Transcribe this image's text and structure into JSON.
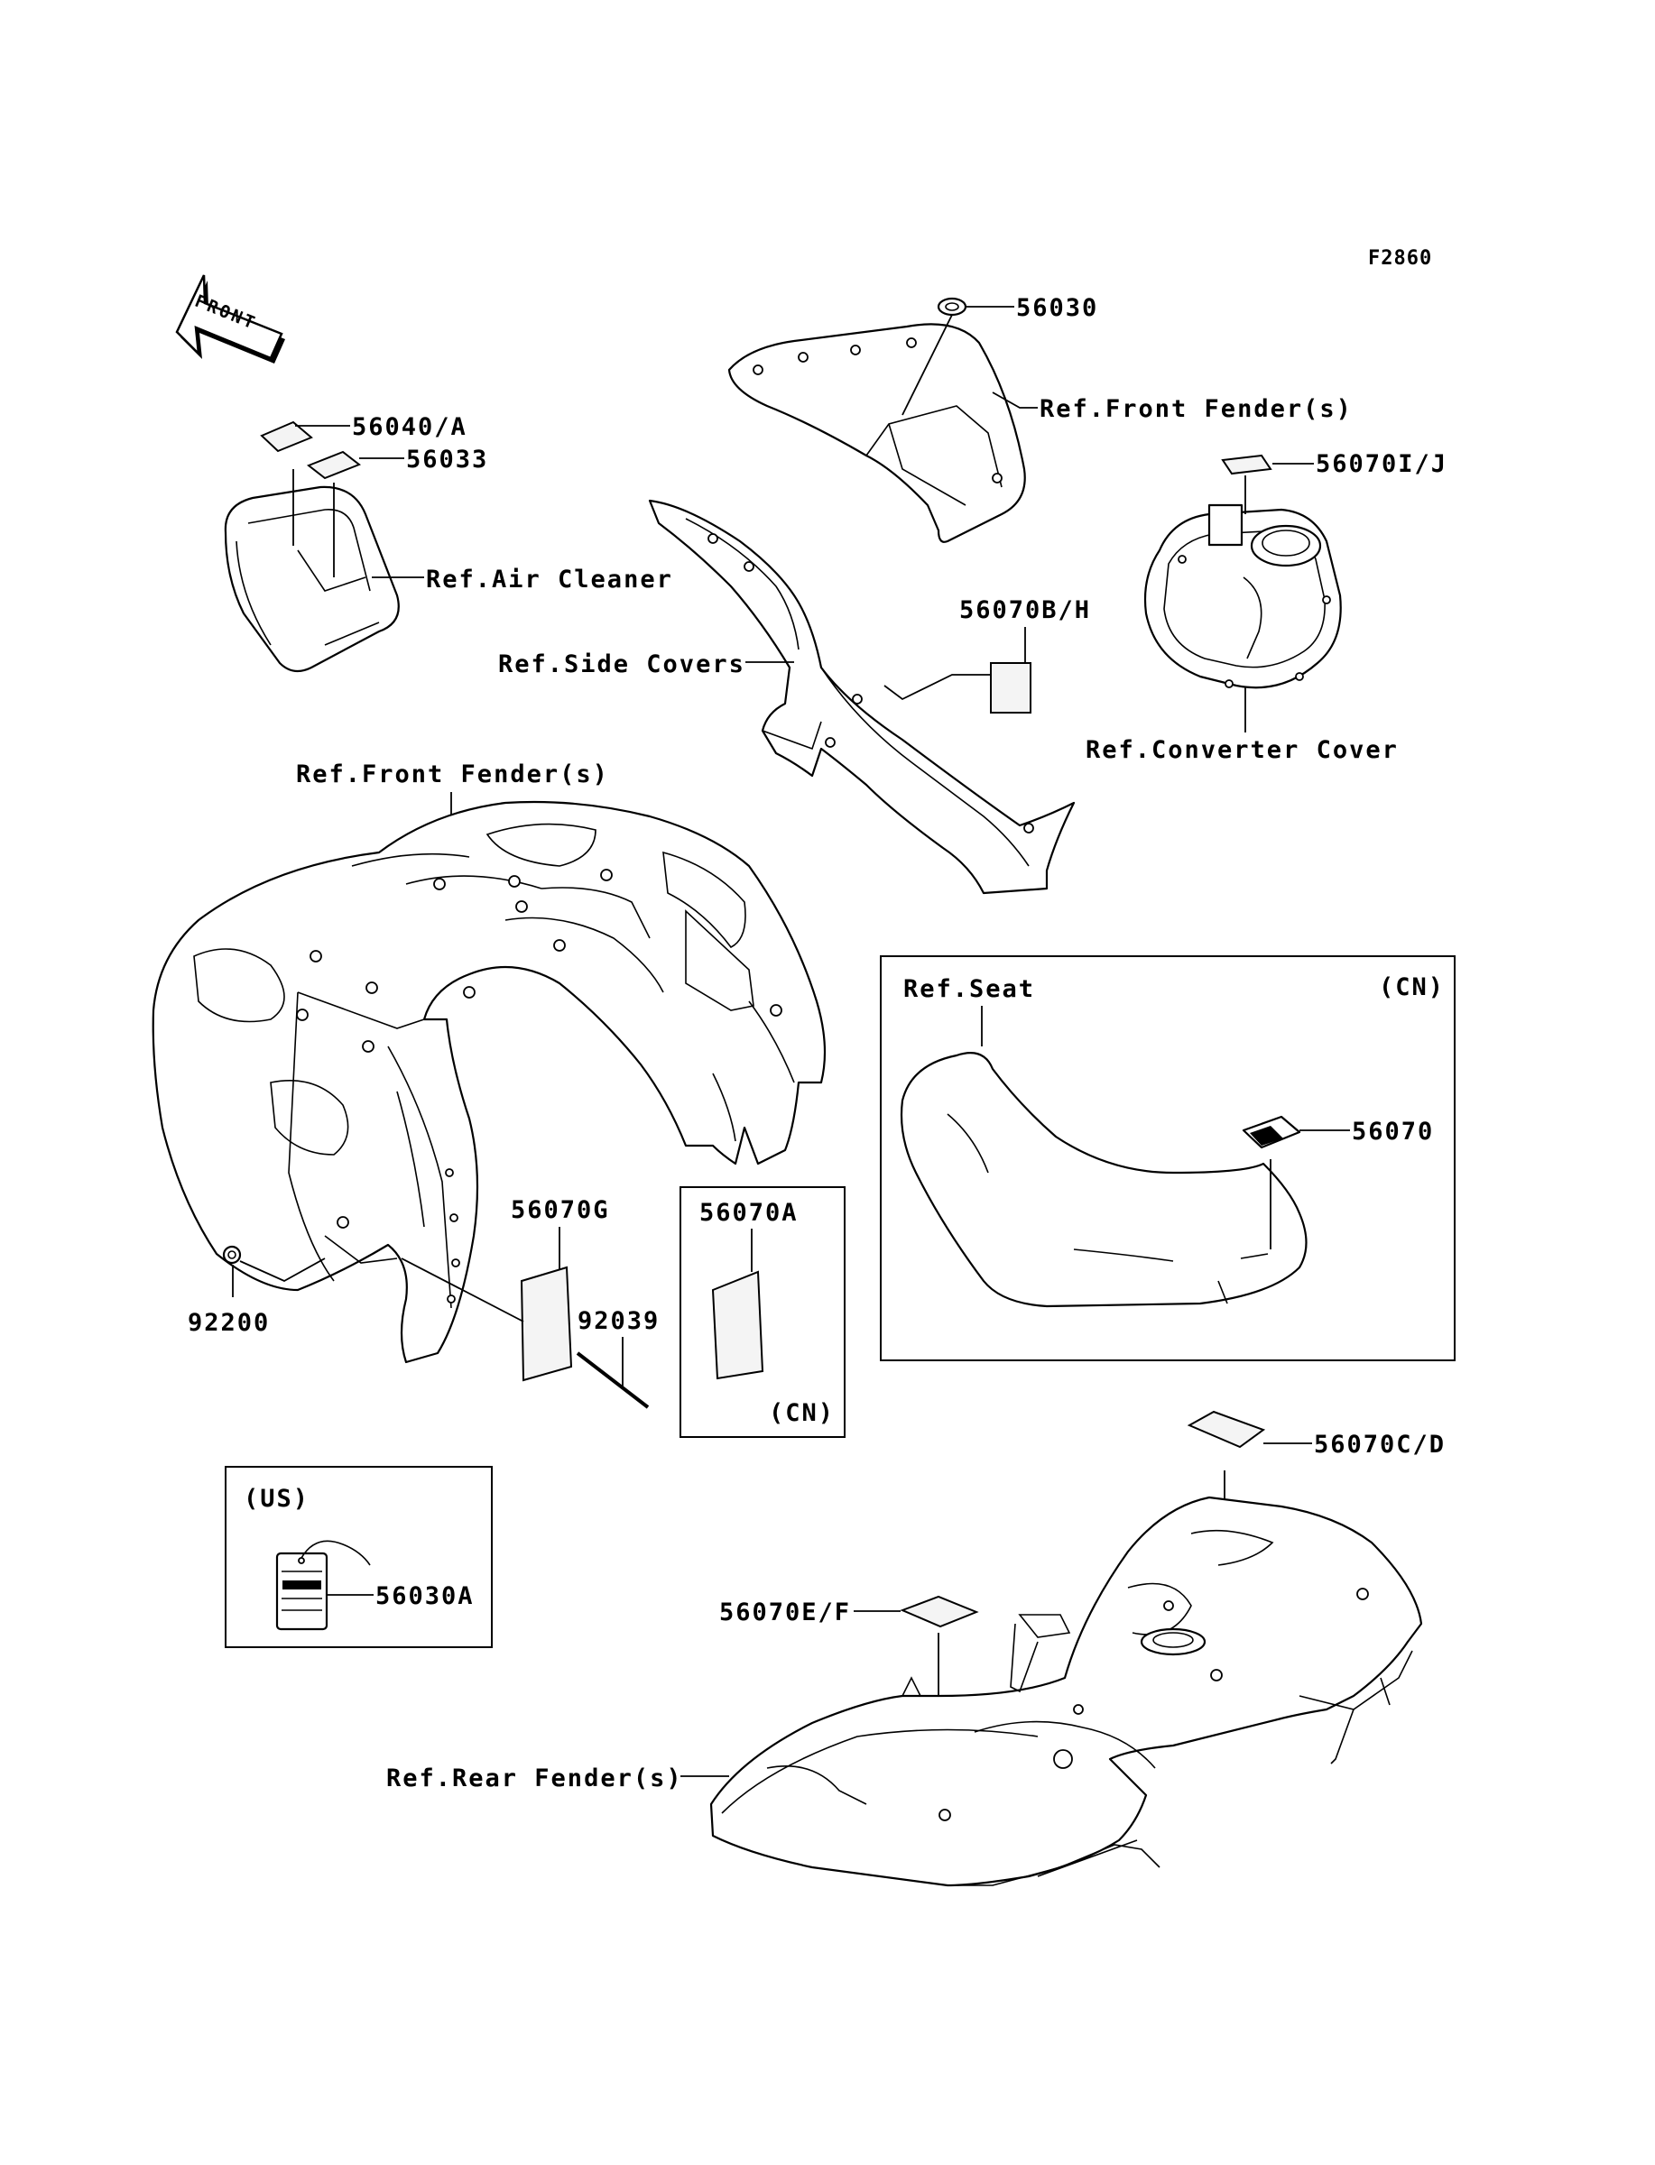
{
  "figure_code": "F2860",
  "front_arrow_text": "FRONT",
  "labels": {
    "p56030": "56030",
    "ref_front_fender_top": "Ref.Front Fender(s)",
    "p56070ij": "56070I/J",
    "p56040a": "56040/A",
    "p56033": "56033",
    "ref_air_cleaner": "Ref.Air Cleaner",
    "p56070bh": "56070B/H",
    "ref_side_covers": "Ref.Side Covers",
    "ref_converter_cover": "Ref.Converter Cover",
    "ref_front_fender_main": "Ref.Front Fender(s)",
    "ref_seat": "Ref.Seat",
    "cn_seat_box": "(CN)",
    "p56070": "56070",
    "p56070g": "56070G",
    "p56070a": "56070A",
    "cn_small_box": "(CN)",
    "p92200": "92200",
    "p92039": "92039",
    "us_box": "(US)",
    "p56030a": "56030A",
    "p56070cd": "56070C/D",
    "p56070ef": "56070E/F",
    "ref_rear_fender": "Ref.Rear Fender(s)"
  },
  "icons": {
    "front_arrow": "front-direction-arrow-icon"
  }
}
